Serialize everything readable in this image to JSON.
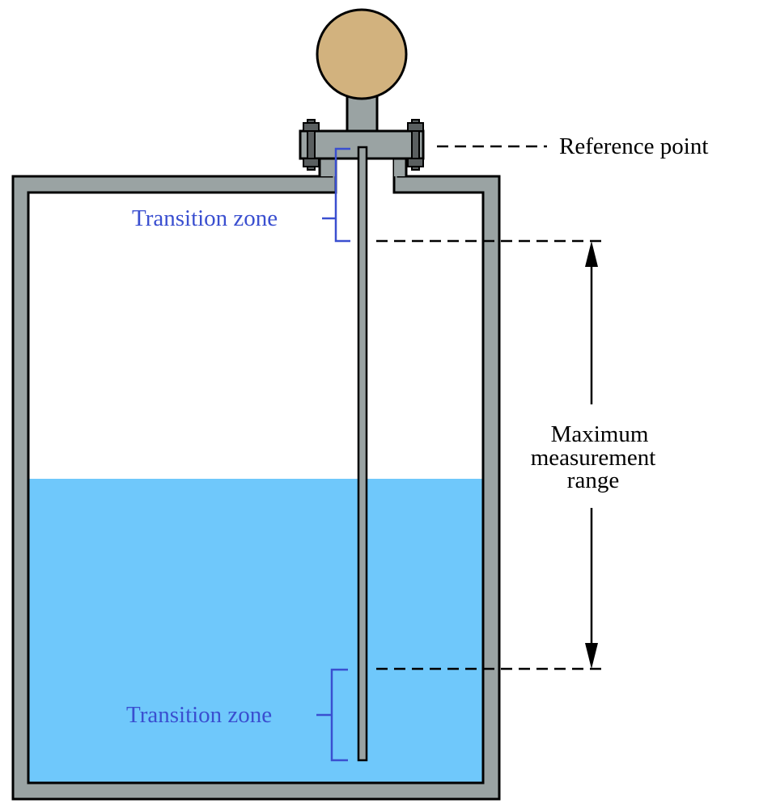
{
  "labels": {
    "reference_point": "Reference point",
    "transition_zone_top": "Transition zone",
    "transition_zone_bottom": "Transition zone",
    "max_range_line1": "Maximum",
    "max_range_line2": "measurement",
    "max_range_line3": "range"
  },
  "colors": {
    "tank_wall": "#9aa3a3",
    "liquid": "#6fc8fb",
    "transmitter_head": "#d2b27e",
    "flange": "#9aa3a3",
    "bolt": "#5a5f60",
    "outline": "#000000",
    "transition_zone": "#3a4fd0"
  }
}
